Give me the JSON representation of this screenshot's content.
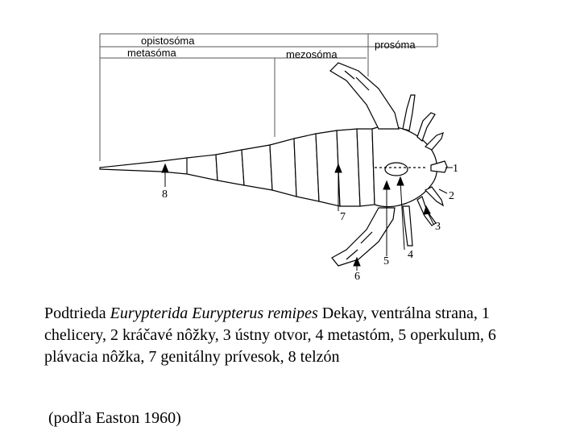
{
  "diagram": {
    "regions": {
      "opistosoma": "opistosóma",
      "metasoma": "metasóma",
      "mezosoma": "mezosóma",
      "prosoma": "prosóma"
    },
    "callouts": [
      {
        "id": "1",
        "text": "1"
      },
      {
        "id": "2",
        "text": "2"
      },
      {
        "id": "3",
        "text": "3"
      },
      {
        "id": "4",
        "text": "4"
      },
      {
        "id": "5",
        "text": "5"
      },
      {
        "id": "6",
        "text": "6"
      },
      {
        "id": "7",
        "text": "7"
      },
      {
        "id": "8",
        "text": "8"
      }
    ]
  },
  "caption": {
    "prefix": "Podtrieda ",
    "taxon_italic": "Eurypterida Eurypterus remipes",
    "rest": " Dekay, ventrálna strana, 1 chelicery, 2 kráčavé nôžky, 3 ústny otvor, 4 metastóm, 5 operkulum, 6 plávacia nôžka, 7 genitálny prívesok, 8 telzón"
  },
  "source": "(podľa Easton 1960)"
}
